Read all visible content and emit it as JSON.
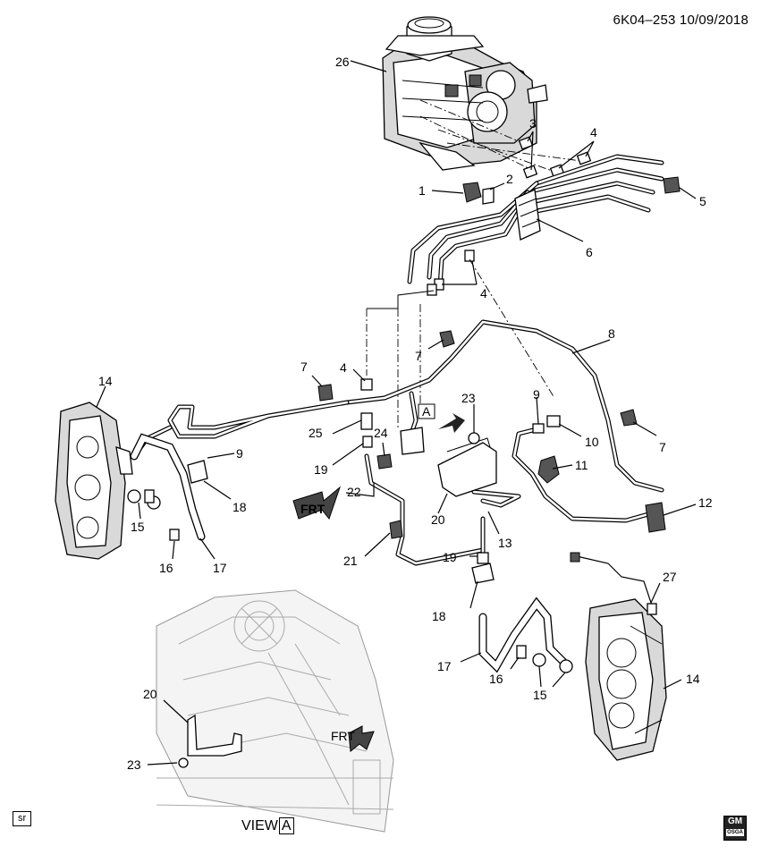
{
  "header": {
    "code": "6K04–253",
    "date": "10/09/2018"
  },
  "callouts": [
    "1",
    "2",
    "3",
    "4",
    "4",
    "4",
    "5",
    "6",
    "7",
    "7",
    "7",
    "8",
    "9",
    "9",
    "10",
    "11",
    "12",
    "13",
    "14",
    "14",
    "15",
    "15",
    "16",
    "16",
    "17",
    "17",
    "18",
    "18",
    "19",
    "19",
    "20",
    "20",
    "21",
    "22",
    "23",
    "23",
    "24",
    "25",
    "26",
    "27"
  ],
  "arrows": {
    "frt_left": "FRT",
    "frt_view": "FRT",
    "view_a": "A"
  },
  "footer": {
    "sr_badge": "sr",
    "view_label": "VIEW",
    "view_letter": "A",
    "gm_logo": "GM",
    "gm_sub": "OSGA"
  }
}
